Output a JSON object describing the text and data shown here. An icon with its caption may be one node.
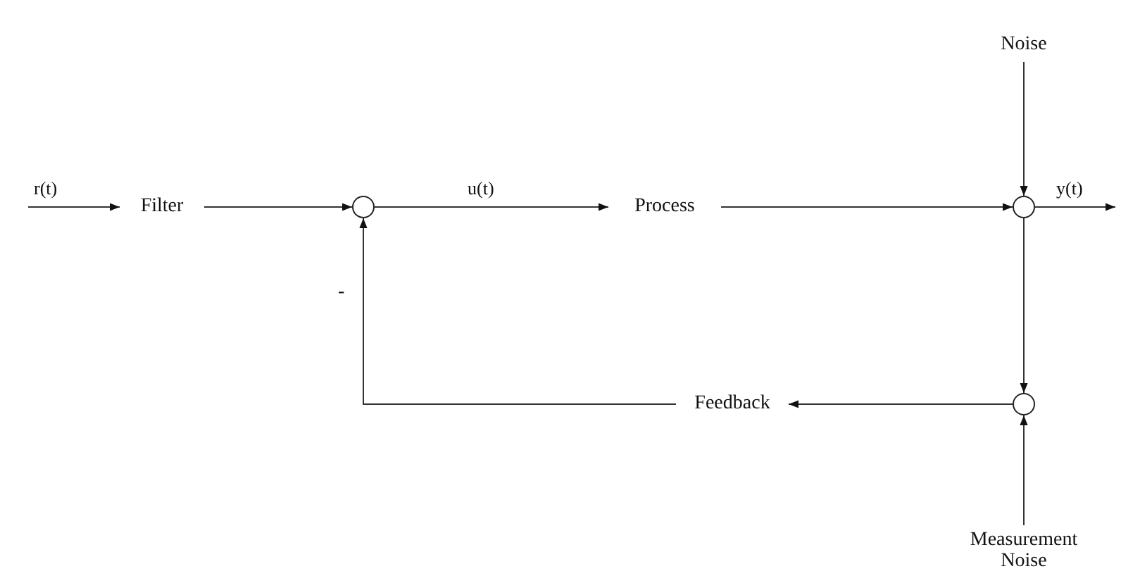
{
  "diagram": {
    "nodes": [
      {
        "text": [
          "Filter"
        ]
      },
      {
        "text": [],
        "shape": "circle"
      },
      {
        "text": [
          "Process"
        ]
      },
      {
        "text": [],
        "shape": "circle"
      },
      {
        "text": [
          "Noise"
        ]
      },
      {
        "text": [],
        "shape": "circle"
      },
      {
        "text": [
          "Feedback"
        ]
      },
      {
        "text": [
          "Measurement Noise"
        ]
      }
    ],
    "edges": [
      {
        "from": null,
        "to": 0,
        "arrow": "to",
        "label": "r(t)"
      },
      {
        "from": 0,
        "to": 1,
        "arrow": "to"
      },
      {
        "from": 1,
        "to": 2,
        "arrow": "to",
        "label": "u(t)"
      },
      {
        "from": 2,
        "to": 3,
        "arrow": "to"
      },
      {
        "from": 4,
        "to": 3,
        "arrow": "to"
      },
      {
        "from": 3,
        "to": null,
        "arrow": "to",
        "label": "y(t)"
      },
      {
        "from": 3,
        "to": 5,
        "arrow": "to"
      },
      {
        "from": 7,
        "to": 5,
        "arrow": "to"
      },
      {
        "from": 5,
        "to": 6,
        "arrow": "to"
      },
      {
        "from": 6,
        "to": 1,
        "arrow": "to"
      }
    ],
    "labels": [
      "-"
    ]
  }
}
